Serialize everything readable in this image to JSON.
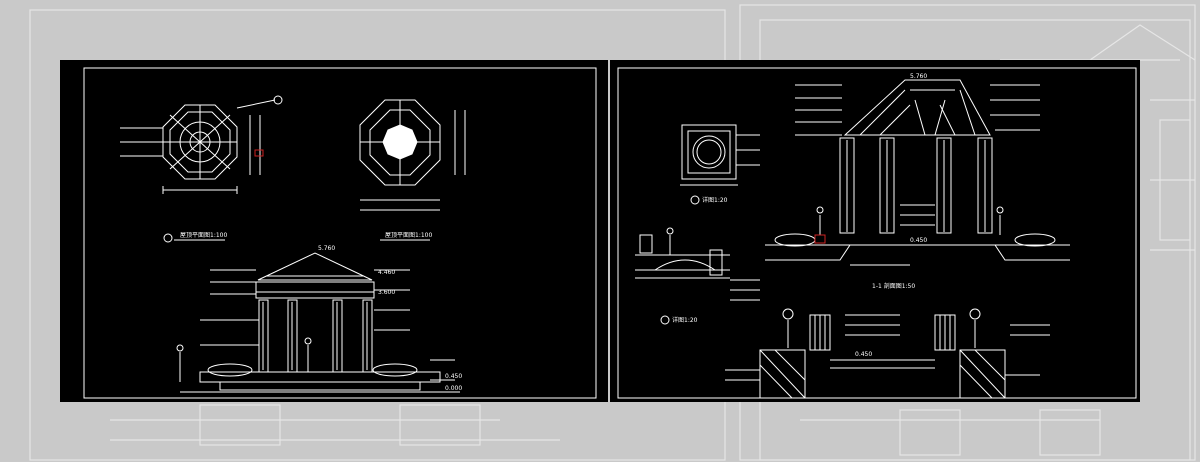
{
  "background": {
    "color": "#c9c9c9",
    "ghost_line_color": "#e6e6e6"
  },
  "colors": {
    "sheet": "#000000",
    "line": "#ffffff",
    "accent_red": "#cc2222"
  },
  "left_sheet": {
    "plan_top_caption": "屋顶平面图1:100",
    "plan_roof_caption": "屋顶平面图1:100",
    "level_top": "5.760",
    "level_mid": "4.460",
    "level_low": "3.600",
    "level_ground": "0.450",
    "level_base": "0.000"
  },
  "right_sheet": {
    "level_top": "5.760",
    "level_floor": "0.450",
    "section_caption": "1-1 剖面图1:50",
    "detail_caption_1": "详图1:20",
    "detail_caption_2": "详图1:20",
    "detail_level": "0.450"
  },
  "icons": [
    "octagon-plan-icon",
    "pavilion-elevation-icon",
    "column-icon",
    "statue-icon",
    "fountain-icon"
  ]
}
